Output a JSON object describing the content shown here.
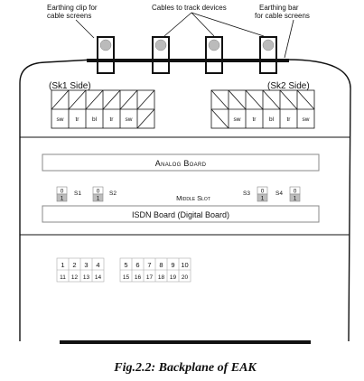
{
  "callouts": {
    "earthing_clip": [
      "Earthing clip for",
      "cable screens"
    ],
    "cables": "Cables to track devices",
    "earthing_bar": [
      "Earthing bar",
      "for cable screens"
    ]
  },
  "sides": {
    "left": "(Sk1 Side)",
    "right": "(Sk2 Side)"
  },
  "terminals": {
    "left": [
      "sw",
      "tr",
      "bl",
      "tr",
      "sw",
      ""
    ],
    "right": [
      "",
      "sw",
      "tr",
      "bl",
      "tr",
      "sw"
    ]
  },
  "boards": {
    "analog": "Analog Board",
    "isdn": "ISDN Board (Digital Board)",
    "middle_slot": "Middle Slot"
  },
  "switches": [
    {
      "label": "S1",
      "top": "0",
      "bottom": "1"
    },
    {
      "label": "S2",
      "top": "0",
      "bottom": "1"
    },
    {
      "label": "S3",
      "top": "0",
      "bottom": "1"
    },
    {
      "label": "S4",
      "top": "0",
      "bottom": "1"
    }
  ],
  "ports": {
    "left_top": [
      "1",
      "2",
      "3",
      "4"
    ],
    "left_bottom": [
      "11",
      "12",
      "13",
      "14"
    ],
    "right_top": [
      "5",
      "6",
      "7",
      "8",
      "9",
      "10"
    ],
    "right_bottom": [
      "15",
      "16",
      "17",
      "18",
      "19",
      "20"
    ]
  },
  "caption": "Fig.2.2: Backplane of EAK"
}
